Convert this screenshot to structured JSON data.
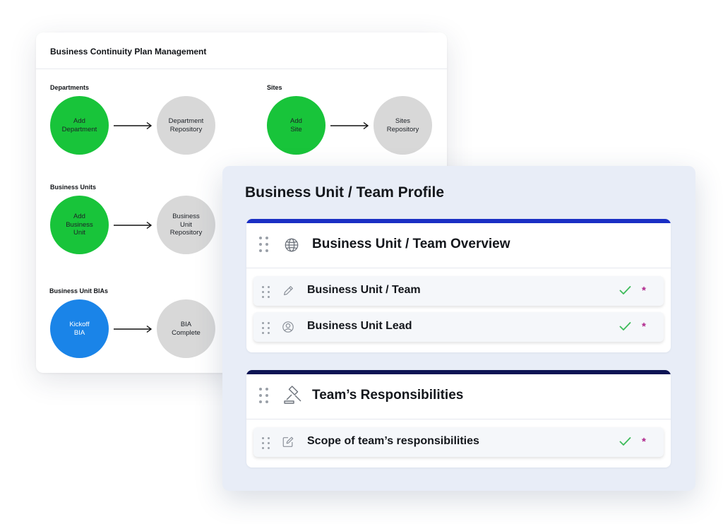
{
  "bcp": {
    "title": "Business Continuity Plan Management",
    "sections": [
      {
        "label": "Departments",
        "start": "Add\nDepartment",
        "end": "Department\nRepository"
      },
      {
        "label": "Sites",
        "start": "Add\nSite",
        "end": "Sites\nRepository"
      },
      {
        "label": "Business Units",
        "start": "Add\nBusiness\nUnit",
        "end": "Business\nUnit\nRepository"
      },
      {
        "label": "Business Unit BIAs",
        "start": "Kickoff\nBIA",
        "end": "BIA\nComplete"
      }
    ]
  },
  "profile": {
    "title": "Business Unit / Team Profile",
    "sections": [
      {
        "title": "Business Unit / Team Overview",
        "icon": "globe-icon",
        "accent": "#1a2fc4",
        "fields": [
          {
            "label": "Business Unit / Team",
            "icon": "pencil-icon",
            "status": "check-icon",
            "required": "*"
          },
          {
            "label": "Business Unit Lead",
            "icon": "user-circle-icon",
            "status": "check-icon",
            "required": "*"
          }
        ]
      },
      {
        "title": "Team’s Responsibilities",
        "icon": "gavel-icon",
        "accent": "#0d1454",
        "fields": [
          {
            "label": "Scope of team’s responsibilities",
            "icon": "edit-square-icon",
            "status": "check-icon",
            "required": "*"
          }
        ]
      }
    ]
  },
  "colors": {
    "add_circle": "#18c43a",
    "kickoff_circle": "#1a84e8",
    "repository_circle": "#d8d8d8",
    "check": "#3dbb5a",
    "required": "#b0268c",
    "panel_background": "#e8edf7"
  }
}
